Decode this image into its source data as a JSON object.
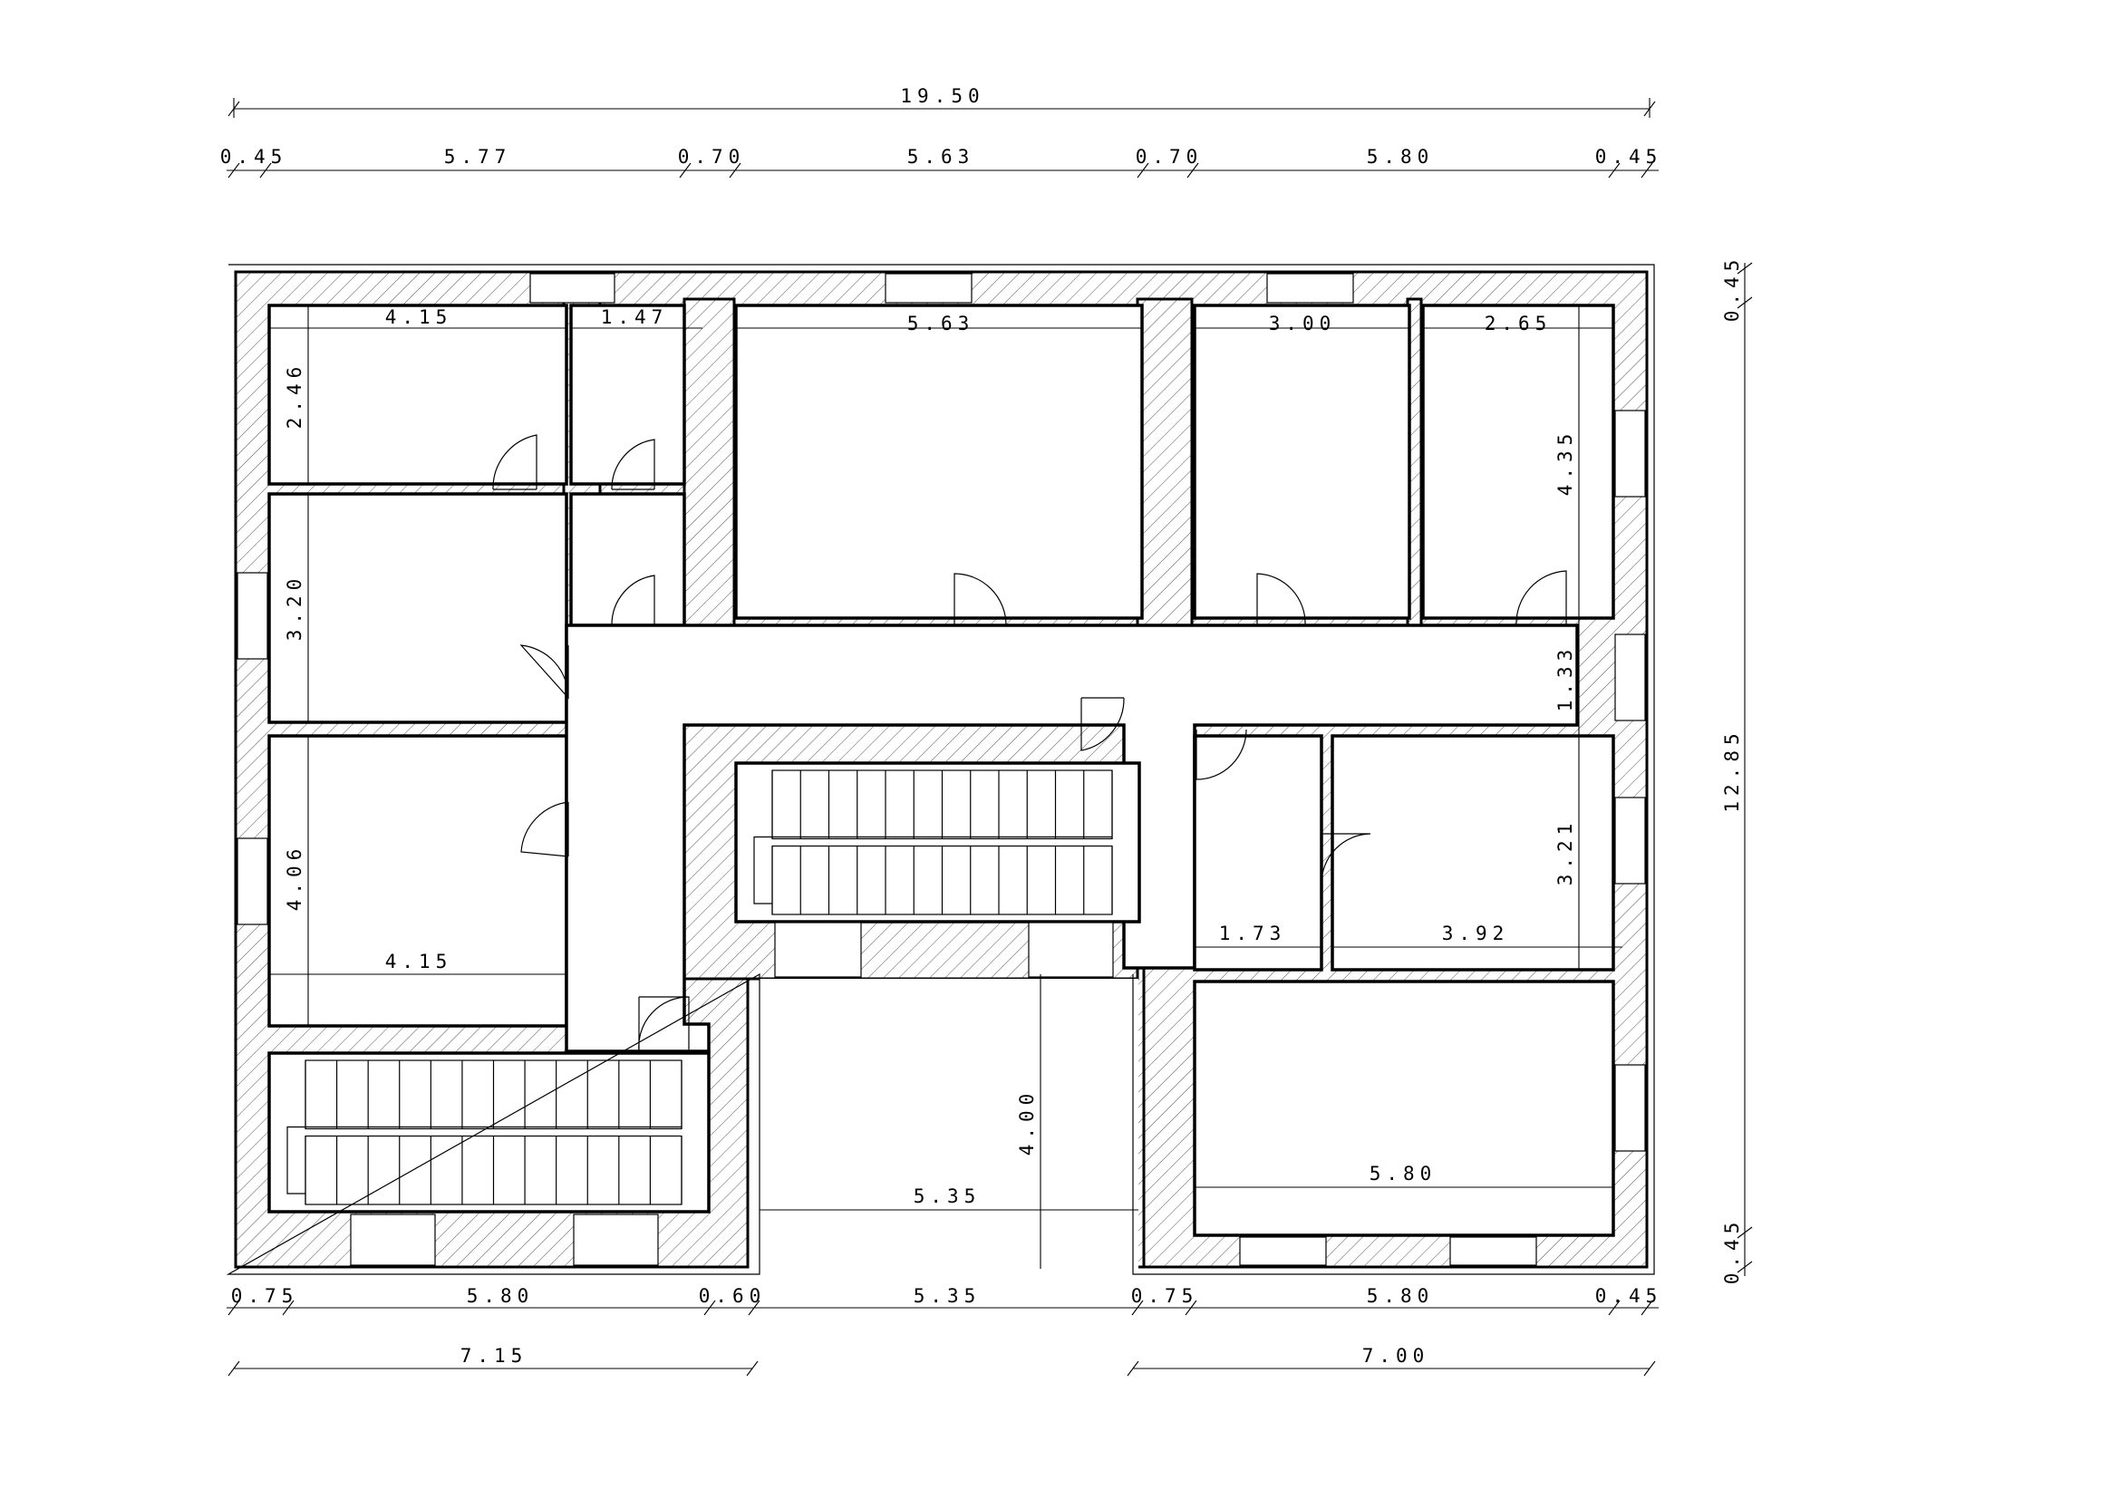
{
  "drawing": {
    "overall_width": "19.50",
    "overall_depth": "12.85",
    "top_chain": [
      "0.45",
      "5.77",
      "0.70",
      "5.63",
      "0.70",
      "5.80",
      "0.45"
    ],
    "bottom_chain": [
      "0.75",
      "5.80",
      "0.60",
      "5.35",
      "0.75",
      "5.80",
      "0.45"
    ],
    "bottom_totals": [
      "7.15",
      "7.00"
    ],
    "right_chain": [
      "0.45",
      "12.85",
      "0.45"
    ],
    "room_dims": {
      "r1_width": "4.15",
      "r1_depth": "2.46",
      "small_width": "1.47",
      "big_width": "5.63",
      "r4_width": "3.00",
      "r5_width": "2.65",
      "r5_depth": "4.35",
      "corridor": "1.33",
      "r2_depth": "3.20",
      "r3_depth": "4.06",
      "r3_width": "4.15",
      "courtyard_depth": "4.00",
      "courtyard_width": "5.35",
      "r6_depth": "3.21",
      "vest_width": "1.73",
      "r6_width": "3.92",
      "r7_width": "5.80"
    }
  }
}
